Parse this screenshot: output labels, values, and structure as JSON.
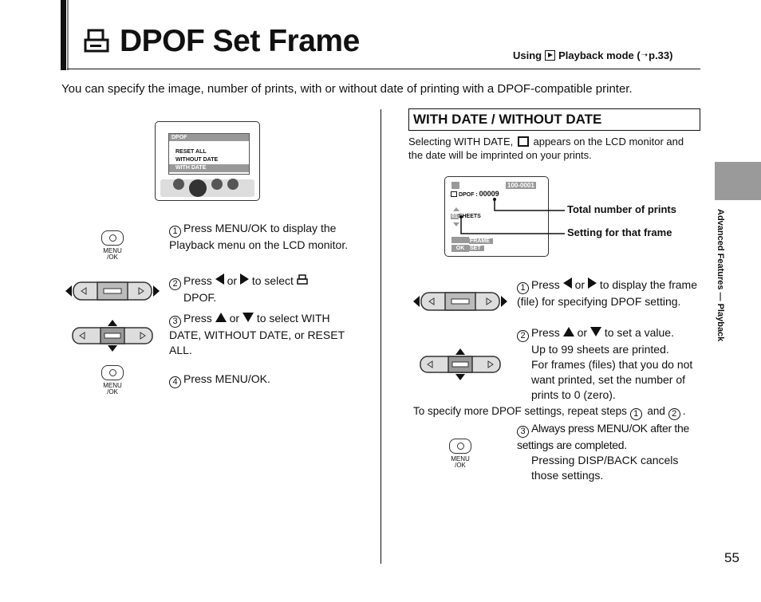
{
  "header": {
    "title": "DPOF Set Frame",
    "breadcrumb_pre": "Using",
    "breadcrumb_post": "Playback mode (",
    "breadcrumb_ref": "p.33)"
  },
  "intro": "You can specify the image, number of prints, with or without date of printing with a DPOF-compatible printer.",
  "left": {
    "lcd": {
      "menu_title": "DPOF",
      "items": [
        "RESET ALL",
        "WITHOUT DATE",
        "WITH DATE"
      ]
    },
    "menu_label_1": "MENU",
    "menu_label_2": "/OK",
    "steps": {
      "s1_num": "1",
      "s1": "Press MENU/OK to display the Playback menu on the LCD monitor.",
      "s2_num": "2",
      "s2_a": "Press",
      "s2_b": "or",
      "s2_c": "to select",
      "s2_d": "DPOF.",
      "s3_num": "3",
      "s3_a": "Press",
      "s3_b": "or",
      "s3_c": "to select WITH DATE, WITHOUT DATE, or RESET ALL.",
      "s4_num": "4",
      "s4": "Press MENU/OK."
    }
  },
  "right": {
    "section_title": "WITH DATE / WITHOUT DATE",
    "desc_a": "Selecting WITH DATE,",
    "desc_b": "appears on the LCD monitor and the date will be imprinted on your prints.",
    "lcd": {
      "frame_no": "100-0001",
      "dpof_label": "DPOF :",
      "dpof_count": "00009",
      "sheets_value": "01",
      "sheets_label": "SHEETS",
      "frame_hint": "FRAME",
      "set_hint": "SET",
      "ok_label": "OK"
    },
    "callout_1": "Total number of prints",
    "callout_2": "Setting for that frame",
    "steps": {
      "s1_num": "1",
      "s1_a": "Press",
      "s1_b": "or",
      "s1_c": "to display the frame (file) for specifying DPOF setting.",
      "s2_num": "2",
      "s2_a": "Press",
      "s2_b": "or",
      "s2_c": "to set a value.",
      "s2_d": "Up to 99 sheets are printed.",
      "s2_e": "For frames (files) that you do not want printed, set the number of prints to 0 (zero).",
      "repeat_a": "To specify more DPOF settings, repeat steps",
      "repeat_b": "and",
      "repeat_n1": "1",
      "repeat_n2": "2",
      "repeat_c": ".",
      "s3_num": "3",
      "s3_a": "Always press MENU/OK after the settings are completed.",
      "s3_b": "Pressing DISP/BACK cancels those settings."
    }
  },
  "side_label": "Advanced Features — Playback",
  "page_number": "55"
}
